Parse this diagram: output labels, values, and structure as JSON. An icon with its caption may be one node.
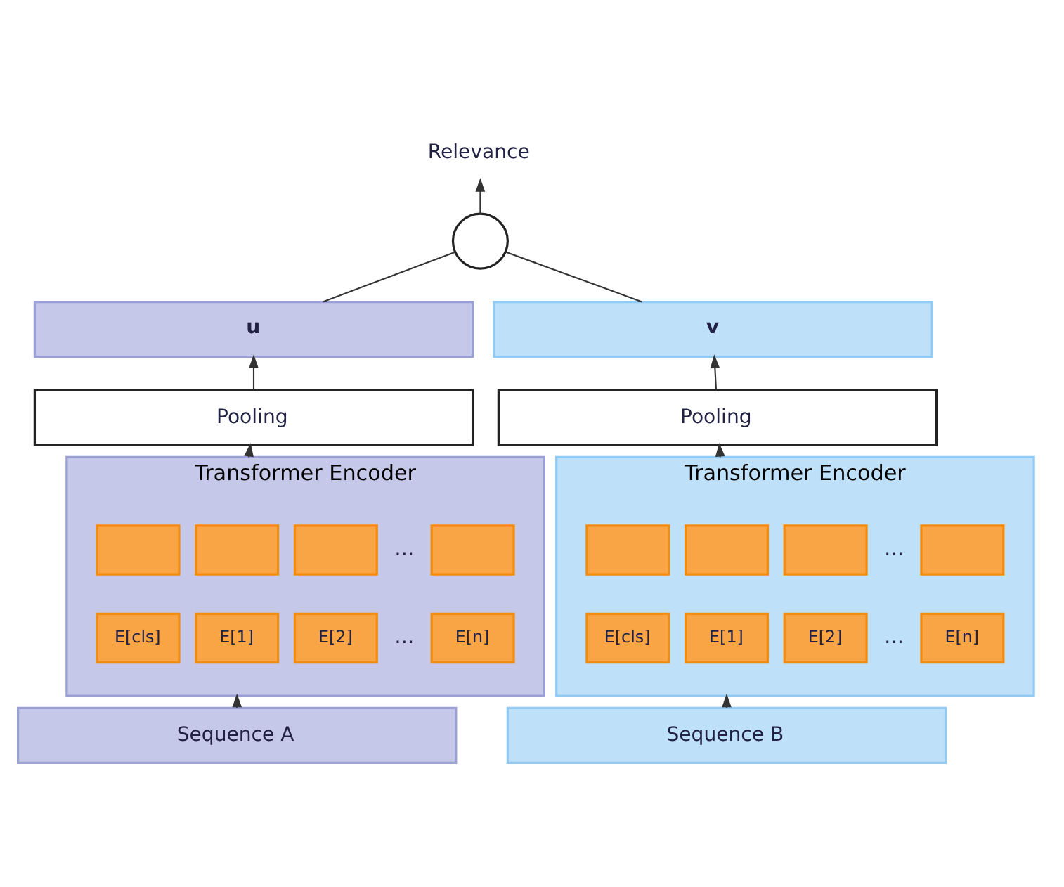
{
  "diagram": {
    "nodes": [
      {
        "text": [
          "Relevance"
        ]
      },
      {
        "text": [],
        "shape": "circle"
      },
      {
        "text": [
          "u"
        ]
      },
      {
        "text": [
          "v"
        ]
      },
      {
        "text": [
          "Pooling"
        ]
      },
      {
        "text": [
          "Pooling"
        ]
      },
      {
        "text": [
          "Transformer Encoder"
        ]
      },
      {
        "text": [],
        "shape": "box",
        "in": 6
      },
      {
        "text": [],
        "shape": "box",
        "in": 6
      },
      {
        "text": [],
        "shape": "box",
        "in": 6
      },
      {
        "text": [],
        "shape": "box",
        "in": 6
      },
      {
        "text": [
          "E[cls]"
        ],
        "in": 6
      },
      {
        "text": [
          "E[1]"
        ],
        "in": 6
      },
      {
        "text": [
          "E[2]"
        ],
        "in": 6
      },
      {
        "text": [
          "E[n]"
        ],
        "in": 6
      },
      {
        "text": [
          "Transformer Encoder"
        ]
      },
      {
        "text": [],
        "shape": "box",
        "in": 15
      },
      {
        "text": [],
        "shape": "box",
        "in": 15
      },
      {
        "text": [],
        "shape": "box",
        "in": 15
      },
      {
        "text": [],
        "shape": "box",
        "in": 15
      },
      {
        "text": [
          "E[cls]"
        ],
        "in": 15
      },
      {
        "text": [
          "E[1]"
        ],
        "in": 15
      },
      {
        "text": [
          "E[2]"
        ],
        "in": 15
      },
      {
        "text": [
          "E[n]"
        ],
        "in": 15
      },
      {
        "text": [
          "Sequence A"
        ]
      },
      {
        "text": [
          "Sequence B"
        ]
      }
    ],
    "edges": [
      {
        "from": 1,
        "to": 0,
        "arrow": "to"
      },
      {
        "from": 2,
        "to": 1,
        "arrow": "none"
      },
      {
        "from": 3,
        "to": 1,
        "arrow": "none"
      },
      {
        "from": 4,
        "to": 2,
        "arrow": "to"
      },
      {
        "from": 5,
        "to": 3,
        "arrow": "to"
      },
      {
        "from": 6,
        "to": 4,
        "arrow": "to"
      },
      {
        "from": 15,
        "to": 5,
        "arrow": "to"
      },
      {
        "from": 24,
        "to": 6,
        "arrow": "to"
      },
      {
        "from": 25,
        "to": 15,
        "arrow": "to"
      }
    ],
    "labels": [
      "…",
      "…",
      "…",
      "…"
    ]
  }
}
